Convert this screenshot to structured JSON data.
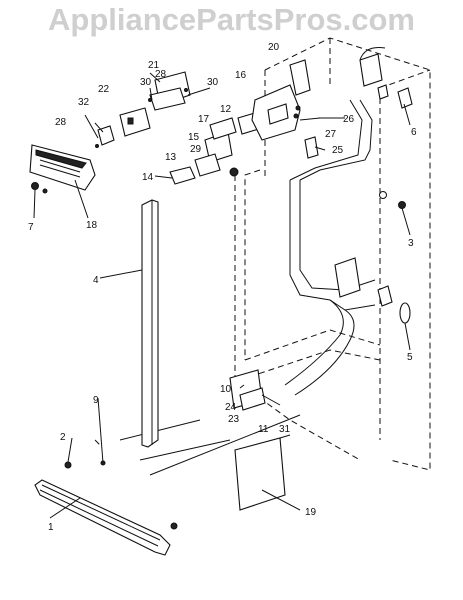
{
  "watermark": {
    "text": "AppliancePartsPros.com",
    "color": "#cfcfcf"
  },
  "callouts": [
    {
      "id": "1",
      "text": "1"
    },
    {
      "id": "2",
      "text": "2"
    },
    {
      "id": "3",
      "text": "3"
    },
    {
      "id": "4",
      "text": "4"
    },
    {
      "id": "5",
      "text": "5"
    },
    {
      "id": "6",
      "text": "6"
    },
    {
      "id": "7",
      "text": "7"
    },
    {
      "id": "9",
      "text": "9"
    },
    {
      "id": "10",
      "text": "10"
    },
    {
      "id": "11",
      "text": "11"
    },
    {
      "id": "12",
      "text": "12"
    },
    {
      "id": "13",
      "text": "13"
    },
    {
      "id": "14",
      "text": "14"
    },
    {
      "id": "15",
      "text": "15"
    },
    {
      "id": "16",
      "text": "16"
    },
    {
      "id": "17",
      "text": "17"
    },
    {
      "id": "18",
      "text": "18"
    },
    {
      "id": "19",
      "text": "19"
    },
    {
      "id": "20",
      "text": "20"
    },
    {
      "id": "21",
      "text": "21"
    },
    {
      "id": "22",
      "text": "22"
    },
    {
      "id": "23",
      "text": "23"
    },
    {
      "id": "24",
      "text": "24"
    },
    {
      "id": "25",
      "text": "25"
    },
    {
      "id": "26",
      "text": "26"
    },
    {
      "id": "27",
      "text": "27"
    },
    {
      "id": "28a",
      "text": "28"
    },
    {
      "id": "28b",
      "text": "28"
    },
    {
      "id": "29",
      "text": "29"
    },
    {
      "id": "30a",
      "text": "30"
    },
    {
      "id": "30b",
      "text": "30"
    },
    {
      "id": "31",
      "text": "31"
    },
    {
      "id": "32",
      "text": "32"
    }
  ]
}
